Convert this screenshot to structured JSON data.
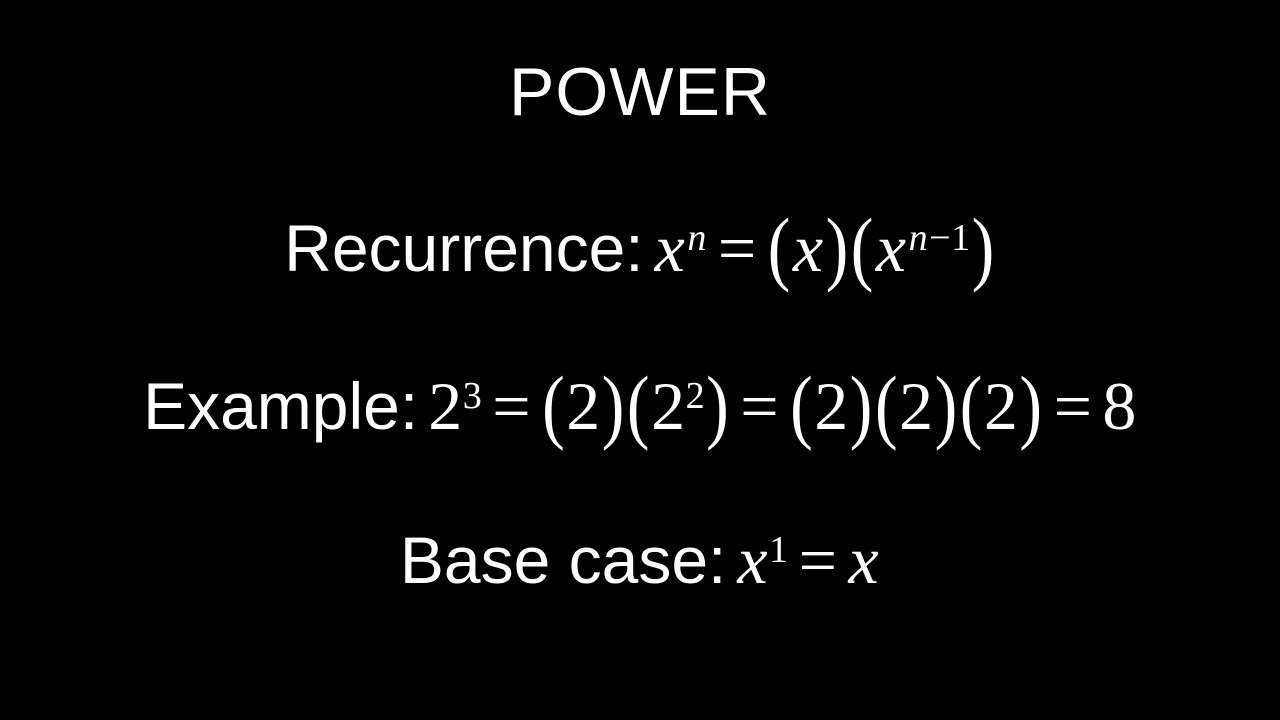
{
  "slide": {
    "background_color": "#000000",
    "text_color": "#ffffff",
    "title": "POWER"
  },
  "lines": {
    "recurrence": {
      "label": "Recurrence:",
      "equation_plain": "x^n = (x)(x^(n-1))",
      "base_left": "x",
      "exponent_left": "n",
      "equals": "=",
      "open_paren_1": "(",
      "factor_1": "x",
      "close_paren_1": ")",
      "open_paren_2": "(",
      "factor_2_base": "x",
      "factor_2_exponent_var": "n",
      "factor_2_exponent_minus": "−",
      "factor_2_exponent_num": "1",
      "close_paren_2": ")"
    },
    "example": {
      "label": "Example:",
      "equation_plain": "2^3 = (2)(2^2) = (2)(2)(2) = 8",
      "base": "2",
      "exponent": "3",
      "equals_1": "=",
      "open_1": "(",
      "term_1": "2",
      "close_1": ")",
      "open_2": "(",
      "term_2_base": "2",
      "term_2_exponent": "2",
      "close_2": ")",
      "equals_2": "=",
      "open_3": "(",
      "term_3": "2",
      "close_3": ")",
      "open_4": "(",
      "term_4": "2",
      "close_4": ")",
      "open_5": "(",
      "term_5": "2",
      "close_5": ")",
      "equals_3": "=",
      "result": "8"
    },
    "base_case": {
      "label": "Base case:",
      "equation_plain": "x^1 = x",
      "base": "x",
      "exponent": "1",
      "equals": "=",
      "result": "x"
    }
  }
}
